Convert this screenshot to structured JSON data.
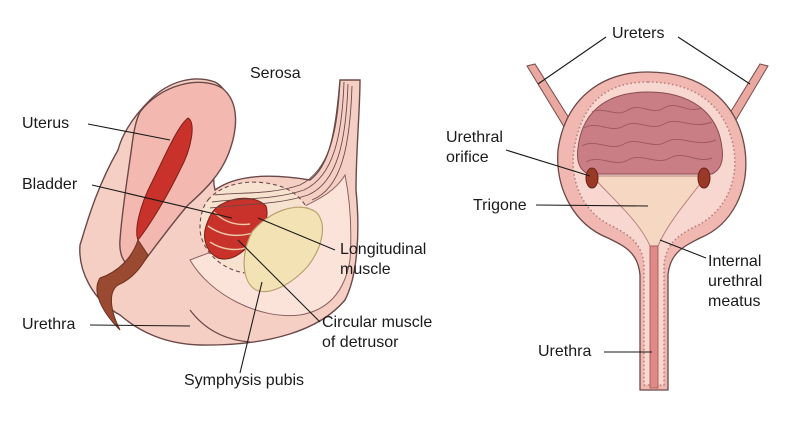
{
  "left_diagram": {
    "labels": {
      "serosa": "Serosa",
      "uterus": "Uterus",
      "bladder": "Bladder",
      "urethra": "Urethra",
      "longitudinal_muscle_line1": "Longitudinal",
      "longitudinal_muscle_line2": "muscle",
      "circular_muscle_line1": "Circular muscle",
      "circular_muscle_line2": "of detrusor",
      "symphysis_pubis": "Symphysis pubis"
    }
  },
  "right_diagram": {
    "labels": {
      "ureters": "Ureters",
      "urethral_orifice_line1": "Urethral",
      "urethral_orifice_line2": "orifice",
      "trigone": "Trigone",
      "internal_meatus_line1": "Internal",
      "internal_meatus_line2": "urethral",
      "internal_meatus_line3": "meatus",
      "urethra": "Urethra"
    }
  },
  "colors": {
    "tissue_pink": "#f6cfc4",
    "tissue_light": "#fbe3da",
    "muscle_red": "#c8322a",
    "muscle_dark": "#8a2a1e",
    "bladder_wall": "#e8a0a0",
    "bladder_inner": "#c97e86",
    "bone": "#f3e2b3",
    "outline": "#5a3a3a"
  }
}
